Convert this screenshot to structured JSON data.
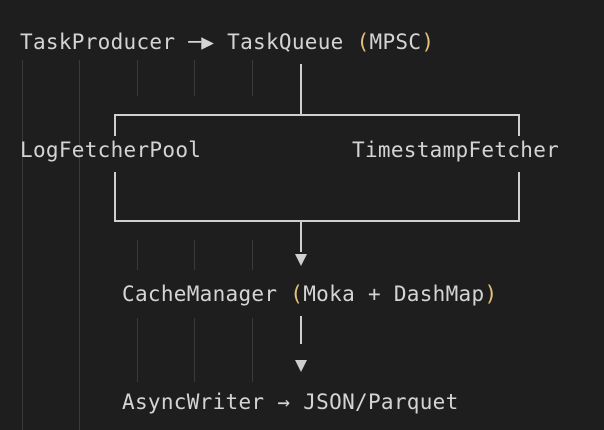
{
  "diagram": {
    "producer": "TaskProducer",
    "flow_arrow": "─▶",
    "queue": {
      "name": "TaskQueue",
      "open_paren": "(",
      "detail": "MPSC",
      "close_paren": ")"
    },
    "log_fetcher": "LogFetcherPool",
    "timestamp_fetcher": "TimestampFetcher",
    "cache": {
      "name": "CacheManager",
      "open_paren": "(",
      "detail": "Moka + DashMap",
      "close_paren": ")"
    },
    "writer": {
      "name": "AsyncWriter",
      "arrow": "→",
      "formats": "JSON/Parquet"
    }
  },
  "colors": {
    "background": "#1e1e1e",
    "text": "#d4d4d4",
    "paren": "#e5c07b",
    "connector": "#cfcfcf",
    "guide": "#3a3a3a"
  }
}
